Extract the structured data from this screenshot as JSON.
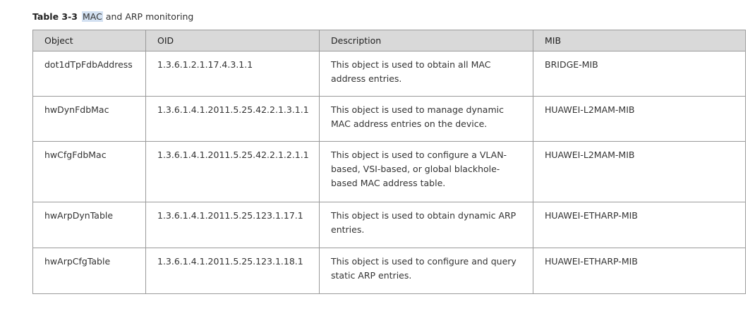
{
  "caption": {
    "number": "Table 3-3",
    "highlighted": "MAC",
    "rest": " and ARP monitoring"
  },
  "table": {
    "headers": [
      "Object",
      "OID",
      "Description",
      "MIB"
    ],
    "rows": [
      {
        "object": "dot1dTpFdbAddress",
        "oid": "1.3.6.1.2.1.17.4.3.1.1",
        "description": "This object is used to obtain all MAC address entries.",
        "mib": "BRIDGE-MIB"
      },
      {
        "object": "hwDynFdbMac",
        "oid": "1.3.6.1.4.1.2011.5.25.42.2.1.3.1.1",
        "description": "This object is used to manage dynamic MAC address entries on the device.",
        "mib": "HUAWEI-L2MAM-MIB"
      },
      {
        "object": "hwCfgFdbMac",
        "oid": "1.3.6.1.4.1.2011.5.25.42.2.1.2.1.1",
        "description": "This object is used to configure a VLAN-based, VSI-based, or global blackhole-based MAC address table.",
        "mib": "HUAWEI-L2MAM-MIB"
      },
      {
        "object": "hwArpDynTable",
        "oid": "1.3.6.1.4.1.2011.5.25.123.1.17.1",
        "description": "This object is used to obtain dynamic ARP entries.",
        "mib": "HUAWEI-ETHARP-MIB"
      },
      {
        "object": "hwArpCfgTable",
        "oid": "1.3.6.1.4.1.2011.5.25.123.1.18.1",
        "description": "This object is used to configure and query static ARP entries.",
        "mib": "HUAWEI-ETHARP-MIB"
      }
    ]
  }
}
